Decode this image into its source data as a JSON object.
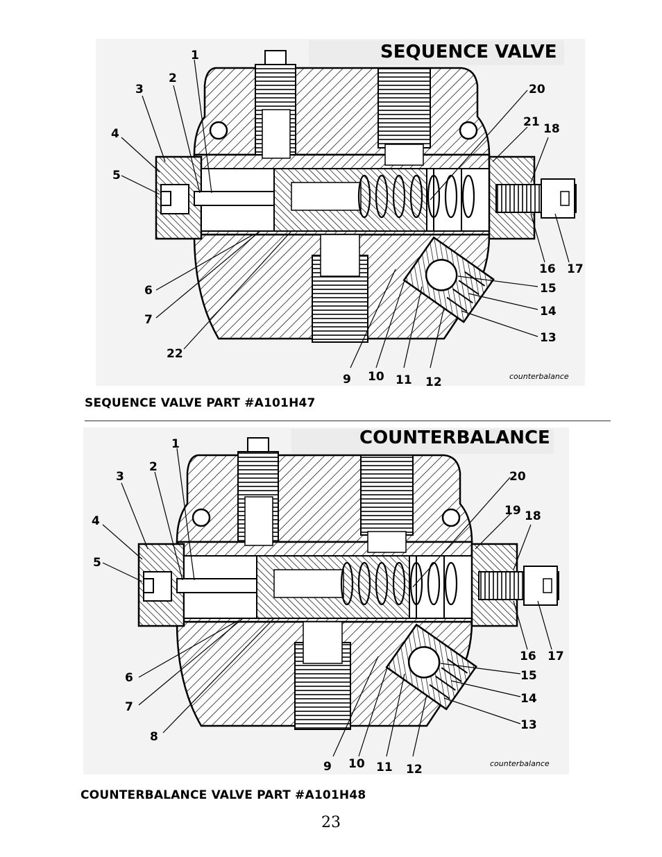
{
  "page_number": "23",
  "diagrams": [
    {
      "title": "SEQUENCE VALVE",
      "caption": "SEQUENCE VALVE PART #A101H47",
      "watermark": "counterbalance",
      "callouts": [
        "1",
        "2",
        "3",
        "4",
        "5",
        "6",
        "7",
        "22",
        "9",
        "10",
        "11",
        "12",
        "13",
        "14",
        "15",
        "16",
        "17",
        "18",
        "20",
        "21"
      ]
    },
    {
      "title": "COUNTERBALANCE",
      "caption": "COUNTERBALANCE VALVE PART #A101H48",
      "watermark": "counterbalance",
      "callouts": [
        "1",
        "2",
        "3",
        "4",
        "5",
        "6",
        "7",
        "8",
        "9",
        "10",
        "11",
        "12",
        "13",
        "14",
        "15",
        "16",
        "17",
        "18",
        "20",
        "19"
      ]
    }
  ]
}
